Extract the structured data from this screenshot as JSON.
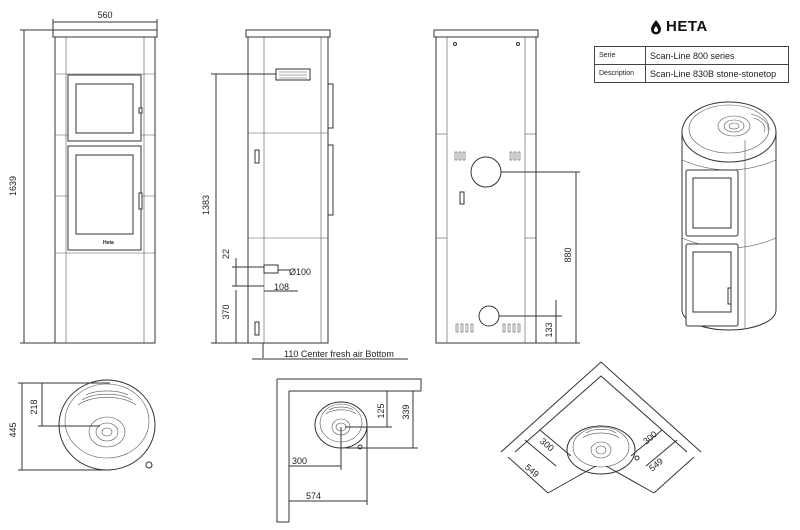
{
  "brand": {
    "name": "HETA",
    "logo_icon": "flame-drop-icon"
  },
  "title_block": {
    "rows": [
      {
        "key": "Serie",
        "value": "Scan-Line 800 series"
      },
      {
        "key": "Description",
        "value": "Scan-Line 830B stone-stonetop"
      }
    ]
  },
  "front_view": {
    "width": "560",
    "height": "1639",
    "door_logo": "Heta"
  },
  "side_view": {
    "height_top_outlet": "1383",
    "d_22": "22",
    "outlet_diameter": "Ø100",
    "d_108": "108",
    "d_370": "370",
    "air_note": "110 Center fresh air Bottom"
  },
  "back_view": {
    "height_back_outlet": "880",
    "d_133": "133"
  },
  "top_view": {
    "depth": "445",
    "center_depth": "218"
  },
  "wall_view": {
    "d_300": "300",
    "d_574": "574",
    "d_125": "125",
    "d_339": "339"
  },
  "corner_view": {
    "left_300": "300",
    "right_300": "300",
    "left_549": "549",
    "right_549": "549"
  }
}
